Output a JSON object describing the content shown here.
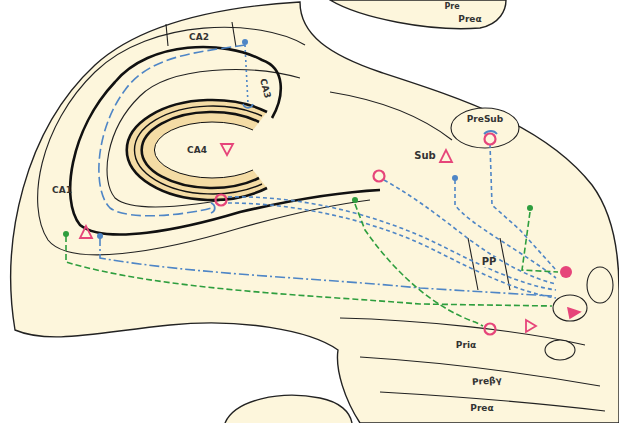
{
  "diagram": {
    "labels": [
      "Pre",
      "Preα",
      "CA2",
      "CA3",
      "PreSub",
      "Sub",
      "CA4",
      "CA1",
      "PP",
      "Priα",
      "Preβγ",
      "Preα"
    ]
  }
}
